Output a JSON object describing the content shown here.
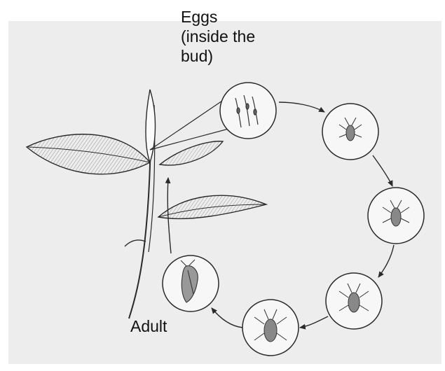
{
  "labels": {
    "eggs": "Eggs\n(inside the\nbud)",
    "adult": "Adult"
  },
  "stages": [
    {
      "id": "eggs",
      "icon": "eggs-in-bud-icon"
    },
    {
      "id": "nymph-1",
      "icon": "nymph-icon"
    },
    {
      "id": "nymph-2",
      "icon": "nymph-icon"
    },
    {
      "id": "nymph-3",
      "icon": "nymph-icon"
    },
    {
      "id": "nymph-4",
      "icon": "nymph-icon"
    },
    {
      "id": "adult",
      "icon": "adult-insect-icon"
    }
  ],
  "colors": {
    "background_panel": "#ededed",
    "ink": "#2a2a2a",
    "circle_fill": "#f7f7f7"
  }
}
